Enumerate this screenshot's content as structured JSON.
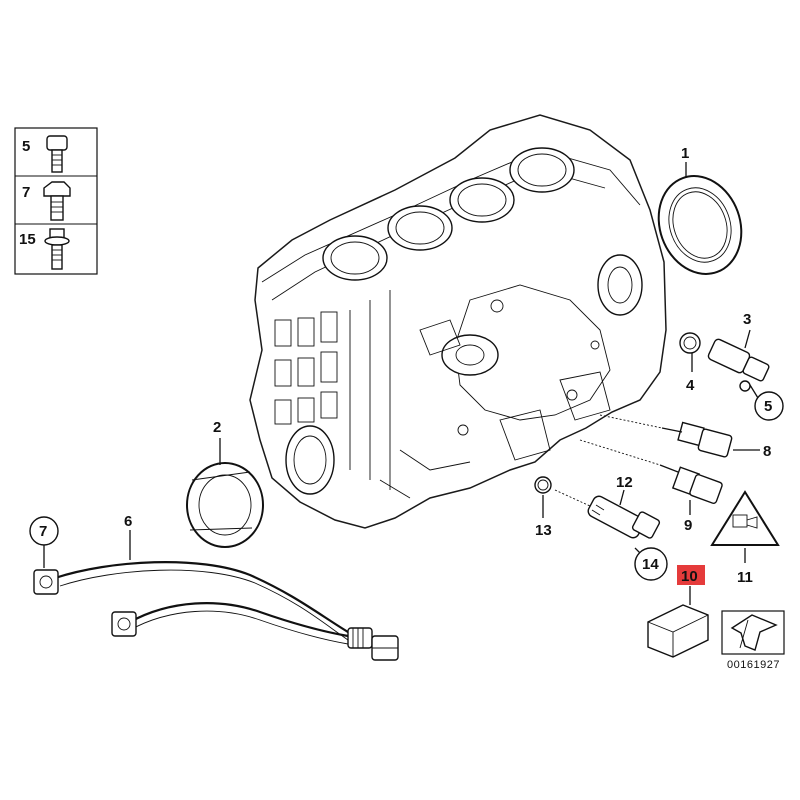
{
  "diagram": {
    "reference_number": "00161927",
    "legend": [
      {
        "number": "5",
        "icon": "screw-icon"
      },
      {
        "number": "7",
        "icon": "hex-bolt-icon"
      },
      {
        "number": "15",
        "icon": "flange-bolt-icon"
      }
    ],
    "callouts": {
      "c1": "1",
      "c2": "2",
      "c3": "3",
      "c4": "4",
      "c5": "5",
      "c6": "6",
      "c7": "7",
      "c8": "8",
      "c9": "9",
      "c10": "10",
      "c11": "11",
      "c12": "12",
      "c13": "13",
      "c14": "14"
    },
    "highlight_color": "#e53b3b"
  }
}
